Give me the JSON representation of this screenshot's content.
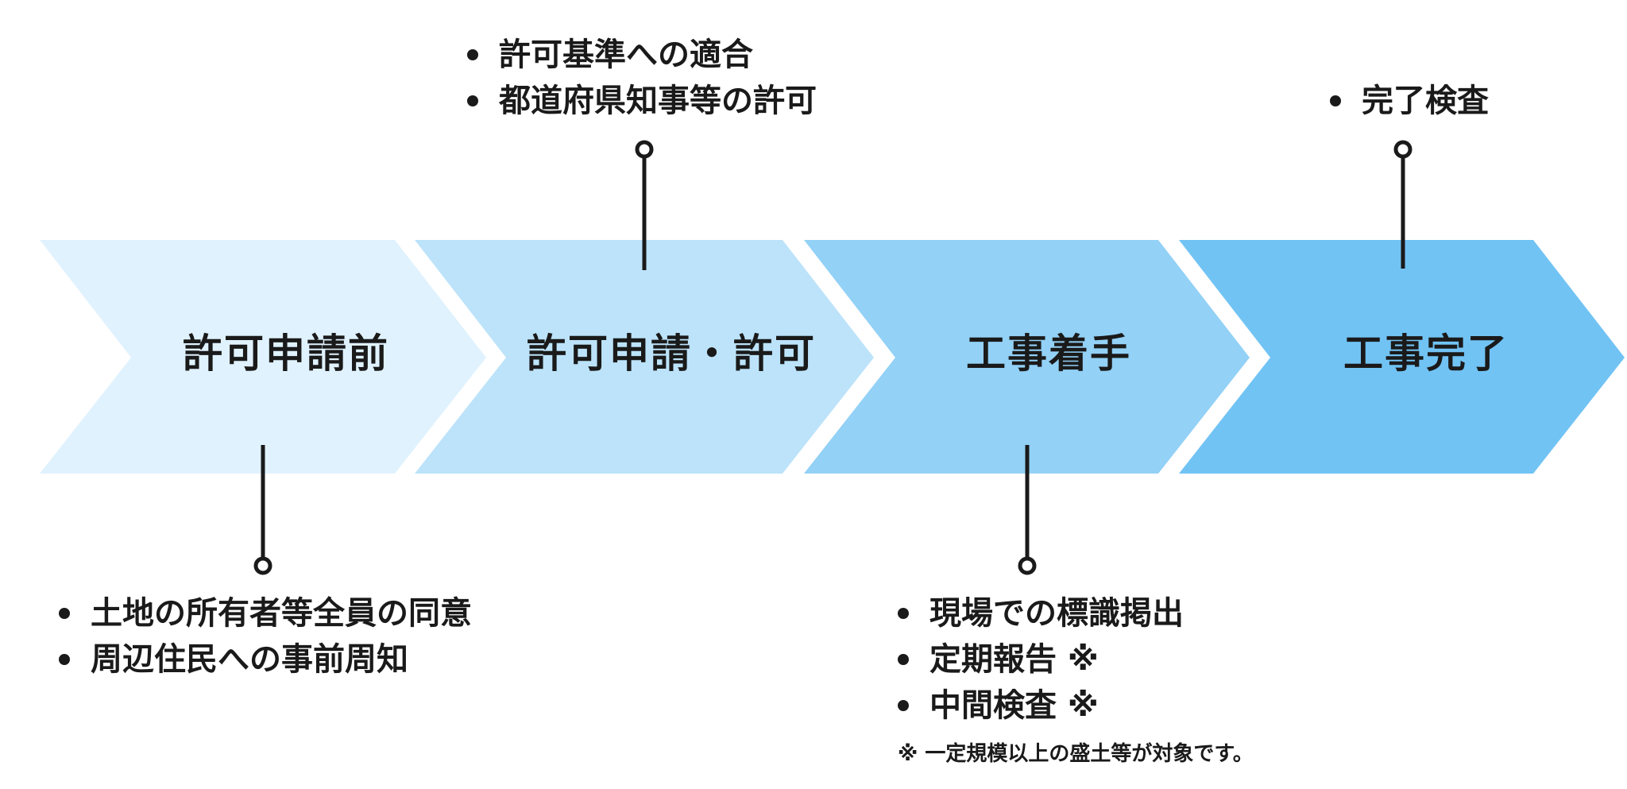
{
  "colors": {
    "stage1": "#e0f2fd",
    "stage2": "#bce3fa",
    "stage3": "#93d1f6",
    "stage4": "#71c3f4",
    "connector": "#1a1a1a"
  },
  "stages": [
    {
      "label": "許可申請前"
    },
    {
      "label": "許可申請・許可"
    },
    {
      "label": "工事着手"
    },
    {
      "label": "工事完了"
    }
  ],
  "notes": {
    "pre_application": [
      "土地の所有者等全員の同意",
      "周辺住民への事前周知"
    ],
    "application": [
      "許可基準への適合",
      "都道府県知事等の許可"
    ],
    "construction_start": [
      "現場での標識掲出",
      "定期報告 ※",
      "中間検査 ※"
    ],
    "completion": [
      "完了検査"
    ]
  },
  "footnote": "※ 一定規模以上の盛土等が対象です。"
}
